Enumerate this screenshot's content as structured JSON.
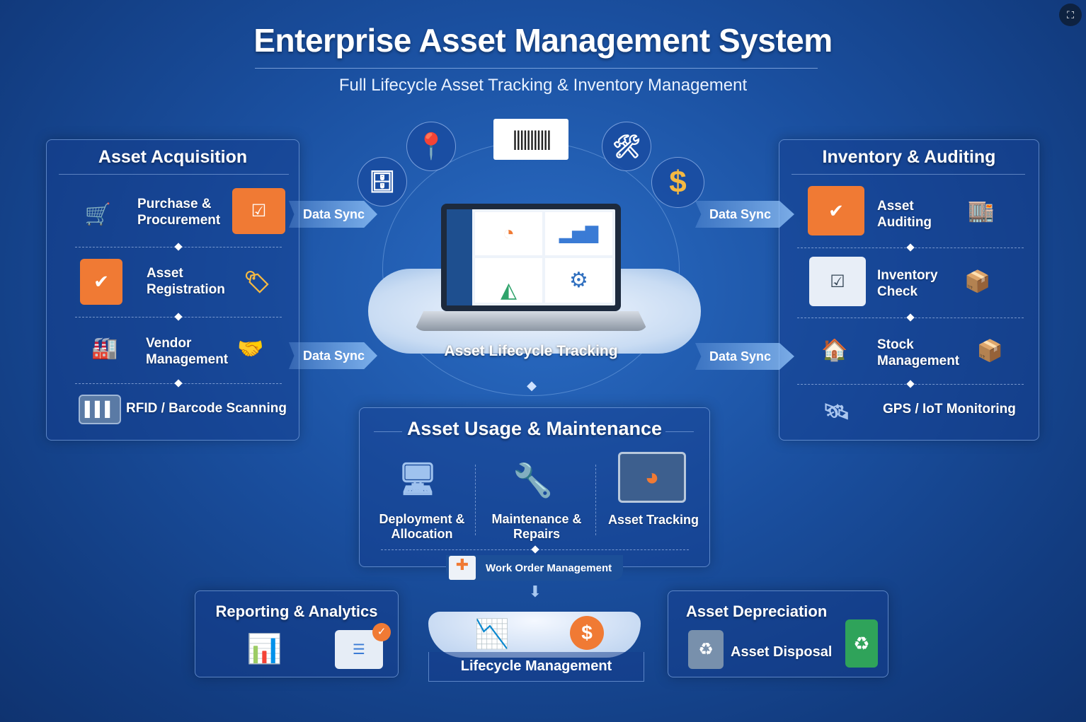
{
  "title": "Enterprise Asset Management System",
  "subtitle": "Full Lifecycle Asset Tracking & Inventory Management",
  "left_panel": {
    "title": "Asset Acquisition",
    "items": [
      {
        "label": "Purchase & Procurement"
      },
      {
        "label": "Asset Registration"
      },
      {
        "label": "Vendor Management"
      },
      {
        "label": "RFID / Barcode Scanning"
      }
    ]
  },
  "right_panel": {
    "title": "Inventory & Auditing",
    "items": [
      {
        "label": "Asset Auditing"
      },
      {
        "label": "Inventory Check"
      },
      {
        "label": "Stock Management"
      },
      {
        "label": "GPS / IoT Monitoring"
      }
    ]
  },
  "sync_label": "Data Sync",
  "center": {
    "label": "Asset Lifecycle Tracking",
    "dollar": "$"
  },
  "usage_panel": {
    "title": "Asset Usage & Maintenance",
    "items": [
      {
        "label": "Deployment & Allocation"
      },
      {
        "label": "Maintenance & Repairs"
      },
      {
        "label": "Asset Tracking"
      }
    ],
    "work_order": "Work Order Management"
  },
  "bottom": {
    "reporting": "Reporting & Analytics",
    "lifecycle": "Lifecycle Management",
    "depreciation": "Asset Depreciation",
    "disposal": "Asset Disposal"
  },
  "colors": {
    "accent_orange": "#f07a34",
    "accent_green": "#2fa35a",
    "panel_border": "#96bef5"
  }
}
